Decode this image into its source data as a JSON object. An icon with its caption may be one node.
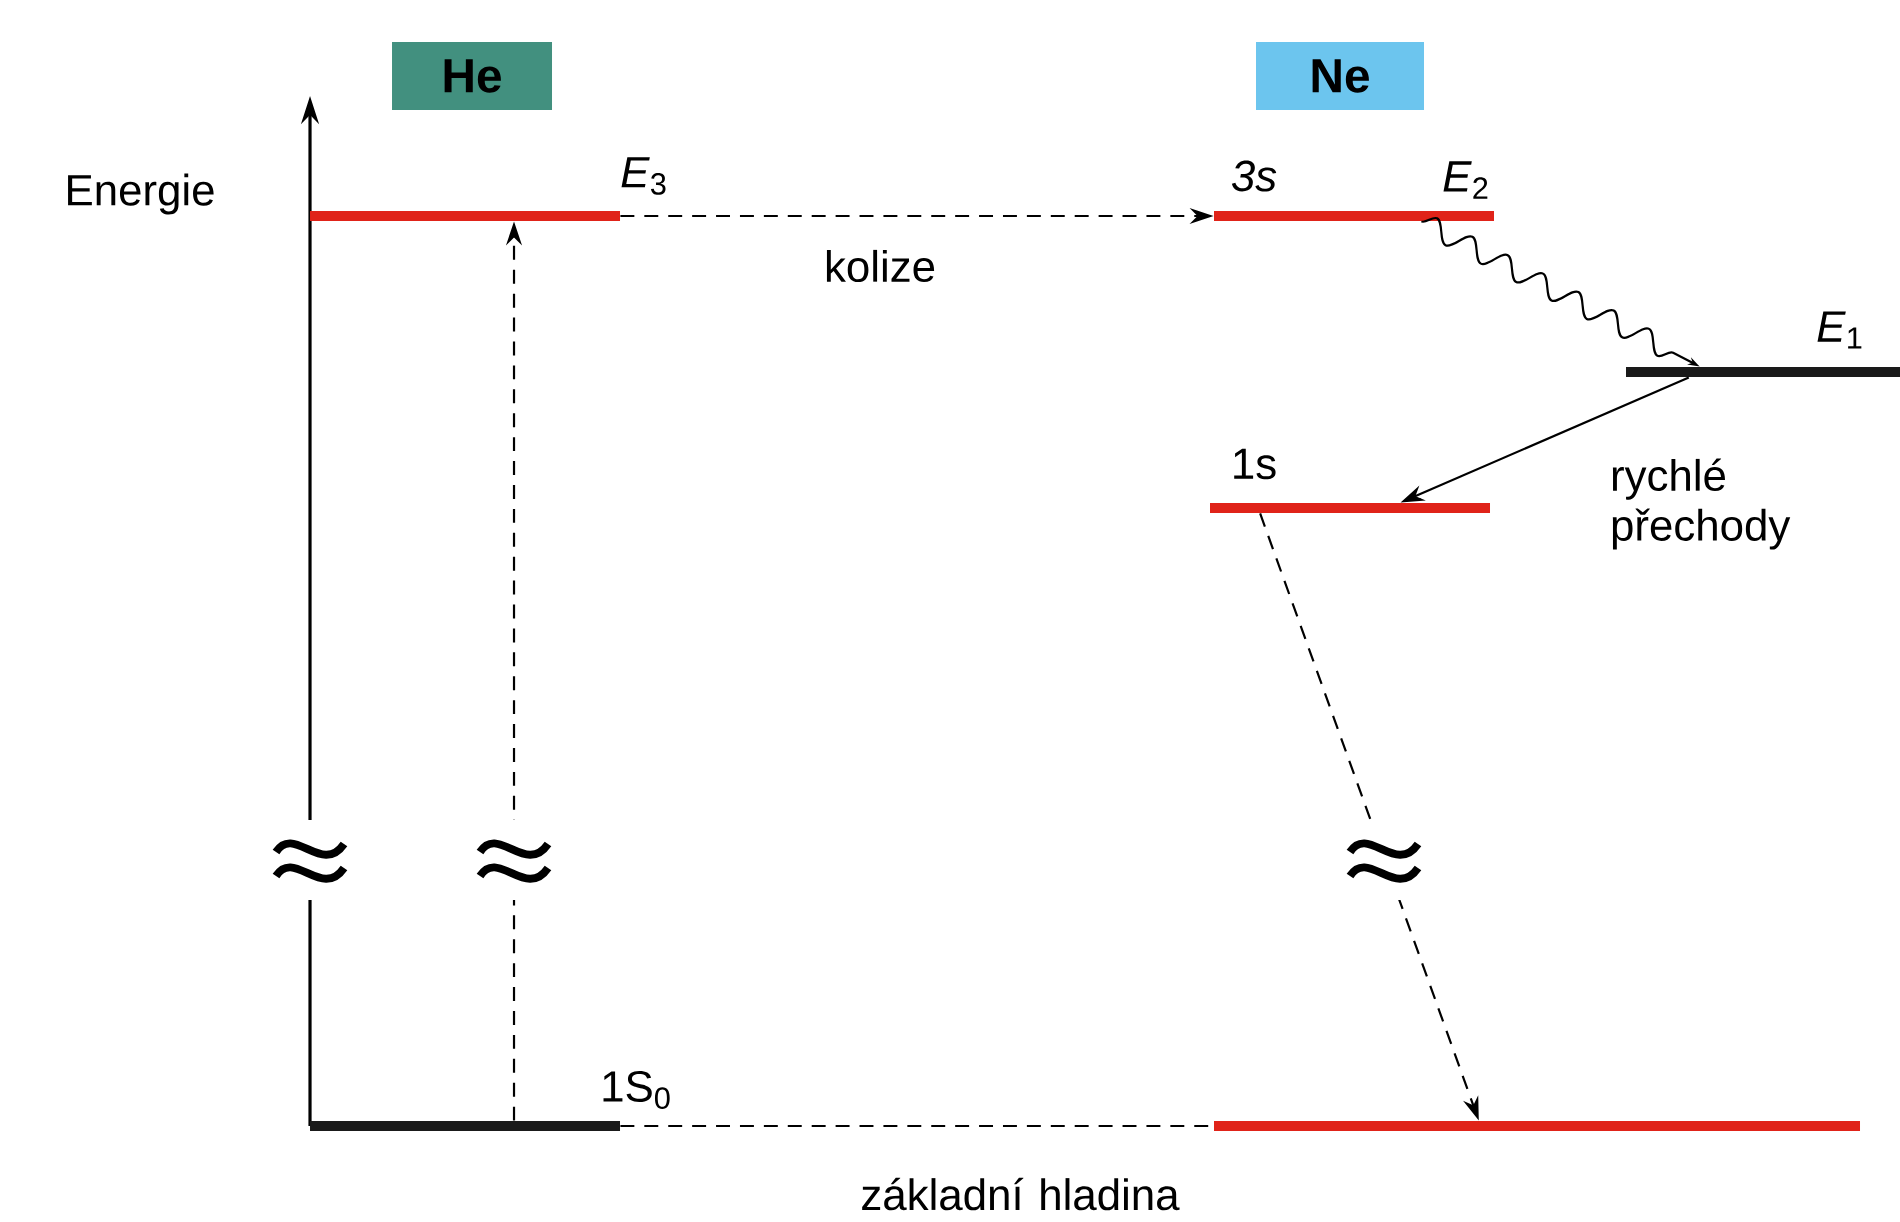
{
  "diagram": {
    "nodes": [
      {
        "text": [
          "He"
        ]
      },
      {
        "text": [
          "Ne"
        ]
      },
      {
        "text": [],
        "shape": "bar",
        "beside": [
          "*E*$_{3}$"
        ]
      },
      {
        "text": [],
        "shape": "bar",
        "beside": [
          "1S$_{0}$"
        ]
      },
      {
        "text": [],
        "shape": "bar",
        "beside": [
          "3s",
          "*E*$_{2}$"
        ]
      },
      {
        "text": [],
        "shape": "bar",
        "beside": [
          "*E*$_{1}$"
        ]
      },
      {
        "text": [],
        "shape": "bar",
        "beside": [
          "1s"
        ]
      },
      {
        "text": [],
        "shape": "bar"
      }
    ],
    "edges": [
      {
        "from": 3,
        "to": 2,
        "arrow": "to",
        "style": "dashed"
      },
      {
        "from": 2,
        "to": 4,
        "arrow": "to",
        "style": "dashed",
        "label": "kolize"
      },
      {
        "from": 4,
        "to": 5,
        "arrow": "to"
      },
      {
        "from": 5,
        "to": 6,
        "arrow": "to",
        "label": "rychlé přechody"
      },
      {
        "from": 6,
        "to": 7,
        "arrow": "to",
        "style": "dashed"
      },
      {
        "from": 3,
        "to": 7,
        "arrow": "none",
        "style": "dashed",
        "label": "základní hladina"
      }
    ],
    "labels": [
      "Energie"
    ]
  }
}
